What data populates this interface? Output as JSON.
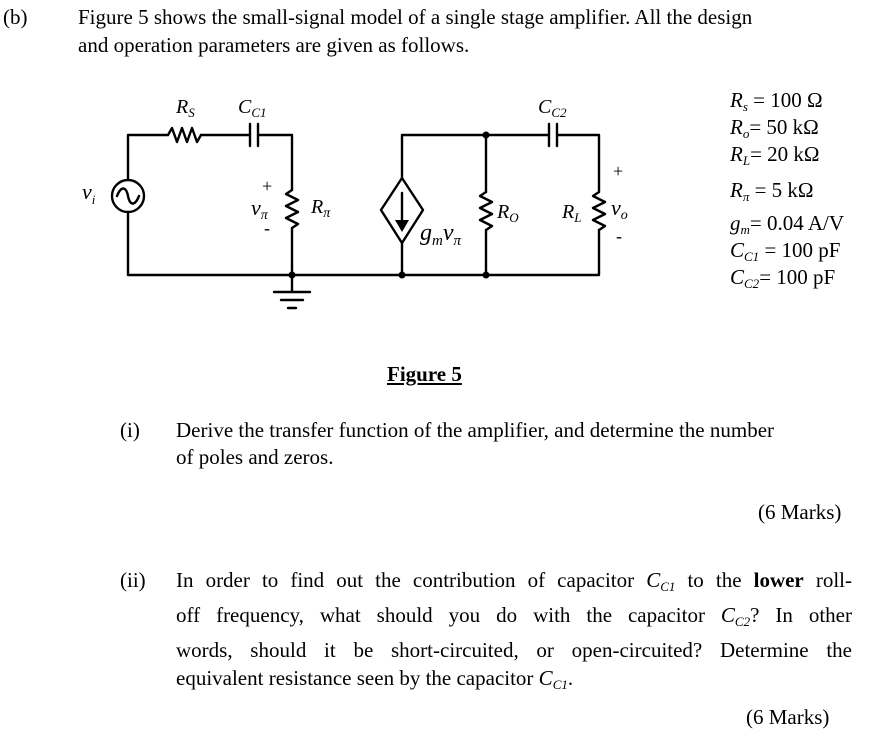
{
  "question": {
    "part_label": "(b)",
    "intro_line1": "Figure 5 shows the small-signal model of a single stage amplifier. All the design",
    "intro_line2": "and operation parameters are given as follows."
  },
  "circuit": {
    "labels": {
      "rs": "R",
      "rs_sub": "S",
      "cc1": "C",
      "cc1_sub": "C1",
      "cc2": "C",
      "cc2_sub": "C2",
      "vi": "v",
      "vi_sub": "i",
      "vpi": "v",
      "vpi_sub": "π",
      "rpi": "R",
      "rpi_sub": "π",
      "gm": "g",
      "gm_sub": "m",
      "gm_v": "v",
      "gm_v_sub": "π",
      "ro": "R",
      "ro_sub": "O",
      "rl": "R",
      "rl_sub": "L",
      "vo": "v",
      "vo_sub": "o",
      "plus": "+",
      "minus": "-"
    }
  },
  "parameters": [
    {
      "sym": "R",
      "sub": "s",
      "val": " = 100 Ω"
    },
    {
      "sym": "R",
      "sub": "o",
      "val": "= 50 kΩ"
    },
    {
      "sym": "R",
      "sub": "L",
      "val": "= 20 kΩ"
    },
    {
      "sym": "R",
      "sub": "π",
      "val": " = 5 kΩ"
    },
    {
      "sym": "g",
      "sub": "m",
      "val": "= 0.04 A/V"
    },
    {
      "sym": "C",
      "sub": "C1",
      "val": " = 100 pF"
    },
    {
      "sym": "C",
      "sub": "C2",
      "val": "= 100 pF"
    }
  ],
  "figure_caption": "Figure 5",
  "part_i": {
    "label": "(i)",
    "line1": "Derive the transfer function of the amplifier, and determine the number",
    "line2": "of poles and zeros.",
    "marks": "(6 Marks)"
  },
  "part_ii": {
    "label": "(ii)",
    "l1_a": "In order to find out the contribution of capacitor ",
    "l1_sym": "C",
    "l1_sub": "C1",
    "l1_b": " to the ",
    "l1_bold": "lower",
    "l1_c": " roll-",
    "l2_a": "off frequency, what should you do with the capacitor ",
    "l2_sym": "C",
    "l2_sub": "C2",
    "l2_b": "?  In other",
    "l3": "words, should it be short-circuited, or open-circuited?  Determine the",
    "l4_a": "equivalent resistance seen by the capacitor ",
    "l4_sym": "C",
    "l4_sub": "C1",
    "l4_b": ".",
    "marks": "(6 Marks)"
  }
}
